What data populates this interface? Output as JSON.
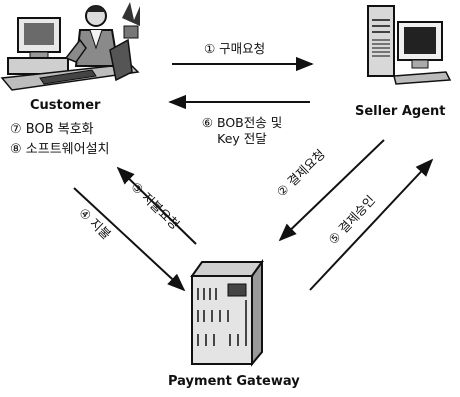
{
  "nodes": {
    "customer": {
      "label": "Customer",
      "icon": "person-at-computer-icon"
    },
    "seller": {
      "label": "Seller Agent",
      "icon": "server-computer-icon"
    },
    "gateway": {
      "label": "Payment Gateway",
      "icon": "server-tower-icon"
    }
  },
  "customer_notes": [
    "⑦ BOB 복호화",
    "⑧ 소프트웨어설치"
  ],
  "steps": {
    "s1": "① 구매요청",
    "s6_line1": "⑥ BOB전송 및",
    "s6_line2": "Key 전달",
    "s2": "② 결제요청",
    "s3": "③ 지불요청",
    "s4": "④ 지불",
    "s5": "⑤ 결제승인"
  },
  "colors": {
    "ink": "#111111",
    "background": "#ffffff"
  }
}
